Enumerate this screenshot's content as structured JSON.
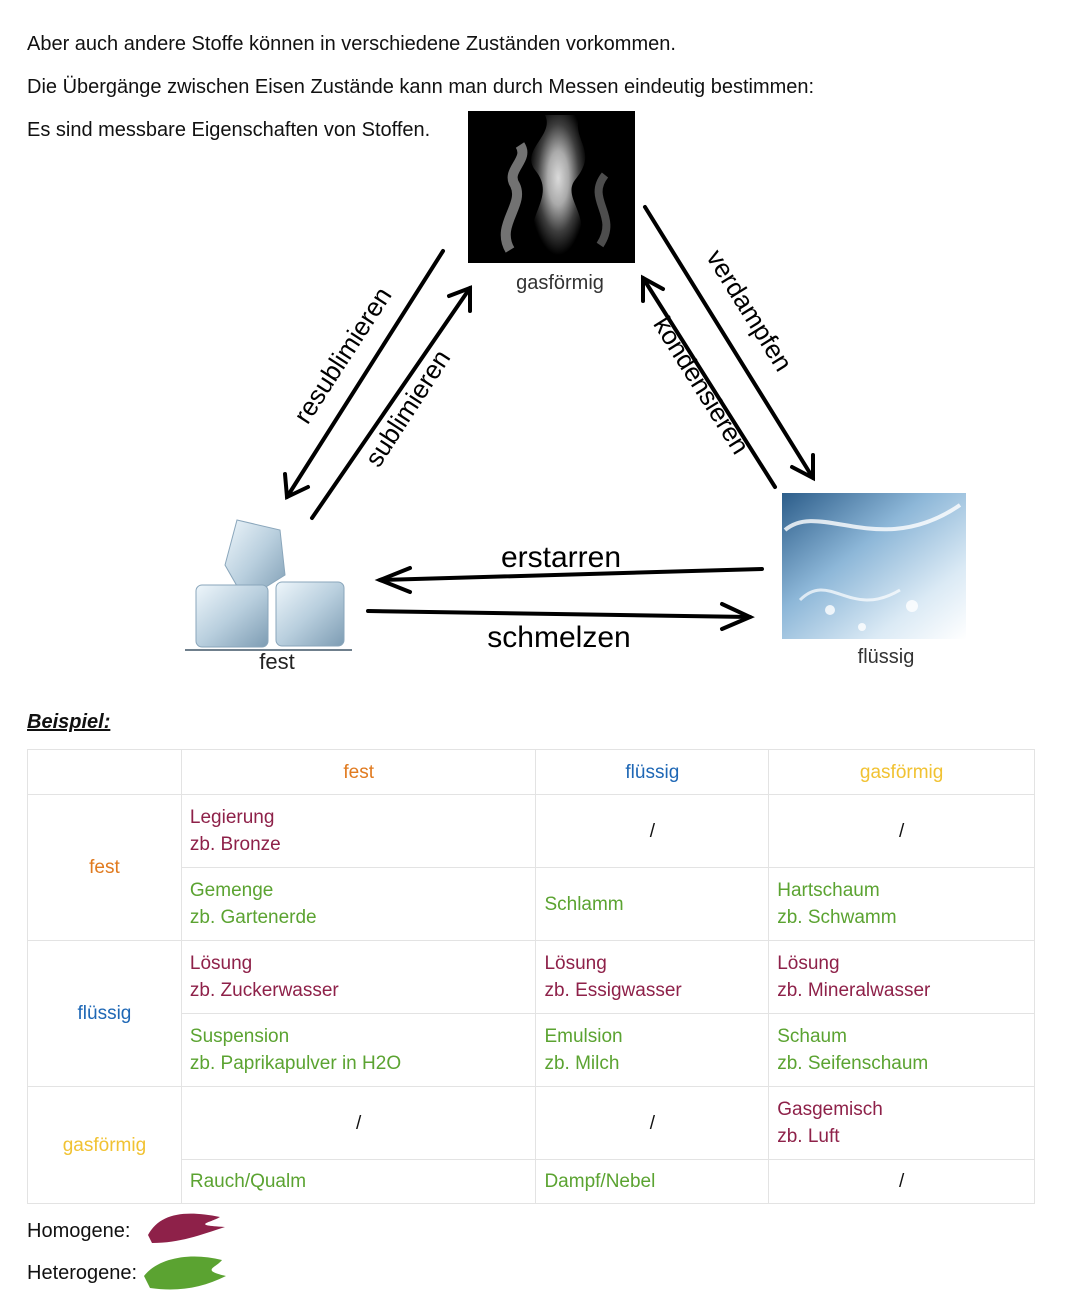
{
  "intro": {
    "line1": "Aber auch andere Stoffe können in verschiedene Zuständen vorkommen.",
    "line2": "Die Übergänge zwischen Eisen Zustände kann man durch Messen eindeutig bestimmen:",
    "line3": "Es sind messbare Eigenschaften von Stoffen."
  },
  "diagram": {
    "states": {
      "gas": "gasförmig",
      "solid": "fest",
      "liquid": "flüssig"
    },
    "transitions": {
      "resublimieren": "resublimieren",
      "sublimieren": "sublimieren",
      "verdampfen": "verdampfen",
      "kondensieren": "kondensieren",
      "erstarren": "erstarren",
      "schmelzen": "schmelzen"
    }
  },
  "example_heading": "Beispiel:",
  "table": {
    "headers": [
      "fest",
      "flüssig",
      "gasförmig"
    ],
    "row_labels": [
      "fest",
      "flüssig",
      "gasförmig"
    ],
    "cells": {
      "r1": [
        "Legierung",
        "zb. Bronze"
      ],
      "r1_fl": "/",
      "r1_gas": "/",
      "r2": [
        "Gemenge",
        "zb. Gartenerde"
      ],
      "r2_fl": "Schlamm",
      "r2_gas": [
        "Hartschaum",
        "zb. Schwamm"
      ],
      "r3": [
        "Lösung",
        "zb. Zuckerwasser"
      ],
      "r3_fl": [
        "Lösung",
        "zb. Essigwasser"
      ],
      "r3_gas": [
        "Lösung",
        "zb. Mineralwasser"
      ],
      "r4": [
        "Suspension",
        "zb. Paprikapulver in H2O"
      ],
      "r4_fl": [
        "Emulsion",
        "zb. Milch"
      ],
      "r4_gas": [
        "Schaum",
        "zb. Seifenschaum"
      ],
      "r5": "/",
      "r5_fl": "/",
      "r5_gas": [
        "Gasgemisch",
        "zb. Luft"
      ],
      "r6": "Rauch/Qualm",
      "r6_fl": "Dampf/Nebel",
      "r6_gas": "/"
    }
  },
  "legend": {
    "homogen": "Homogene:",
    "heterogen": "Heterogene:"
  },
  "colors": {
    "fest": "#e07a1f",
    "fluessig": "#1e67b5",
    "gasfoermig": "#f1c232",
    "homogen": "#8e2149",
    "heterogen": "#5ba331"
  },
  "icons": [
    "smoke-image",
    "ice-cubes-image",
    "water-splash-image",
    "arrow-icon"
  ]
}
